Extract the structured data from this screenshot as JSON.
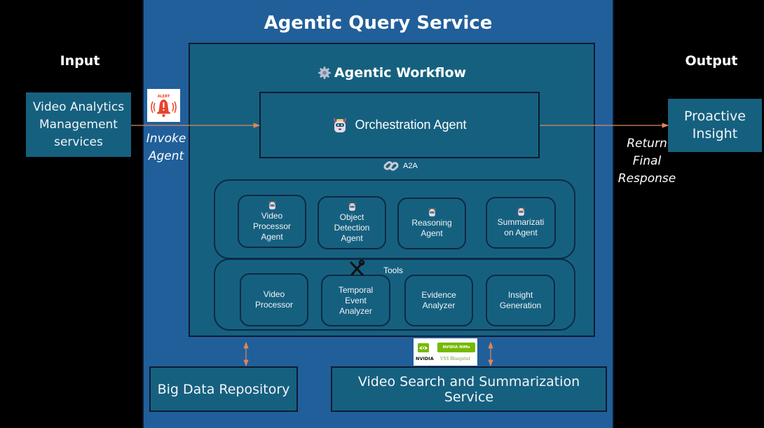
{
  "headings": {
    "input": "Input",
    "output": "Output"
  },
  "service": {
    "title": "Agentic Query Service"
  },
  "workflow": {
    "title": "Agentic Workflow",
    "title_icon": "gear-icon",
    "orchestrator": {
      "label": "Orchestration Agent",
      "icon": "robot-icon"
    },
    "protocol": {
      "label": "A2A",
      "icon": "link-icon"
    },
    "agents": [
      {
        "label": "Video Processor Agent",
        "lines": [
          "Video",
          "Processor",
          "Agent"
        ],
        "icon": "robot-icon"
      },
      {
        "label": "Object Detection Agent",
        "lines": [
          "Object",
          "Detection",
          "Agent"
        ],
        "icon": "robot-icon"
      },
      {
        "label": "Reasoning Agent",
        "lines": [
          "Reasoning",
          "Agent"
        ],
        "icon": "robot-icon"
      },
      {
        "label": "Summarization Agent",
        "lines": [
          "Summarizati",
          "on Agent"
        ],
        "icon": "robot-icon"
      }
    ],
    "tools": {
      "label": "Tools",
      "icon": "tools-icon",
      "items": [
        {
          "label": "Video Processor",
          "lines": [
            "Video",
            "Processor"
          ]
        },
        {
          "label": "Temporal Event Analyzer",
          "lines": [
            "Temporal",
            "Event",
            "Analyzer"
          ]
        },
        {
          "label": "Evidence Analyzer",
          "lines": [
            "Evidence",
            "Analyzer"
          ]
        },
        {
          "label": "Insight Generation",
          "lines": [
            "Insight",
            "Generation"
          ]
        }
      ]
    }
  },
  "input": {
    "box_lines": [
      "Video Analytics",
      "Management",
      "services"
    ],
    "edge_label_lines": [
      "Invoke",
      "Agent"
    ],
    "badge": {
      "icon": "alert-bell-icon",
      "text": "ALERT"
    }
  },
  "output": {
    "box_lines": [
      "Proactive",
      "Insight"
    ],
    "edge_label_lines": [
      "Return",
      "Final",
      "Response"
    ]
  },
  "bottom": {
    "big_data": "Big Data Repository",
    "vss": "Video Search and Summarization Service",
    "nvidia_badge": {
      "brand": "NVIDIA",
      "pill": "NVIDIA NIMs",
      "subtitle": "VSS Blueprint"
    }
  },
  "colors": {
    "service_bg": "#215f9a",
    "workflow_bg": "#16607f",
    "arrow": "#e0865a",
    "alert": "#e8442c",
    "nvidia_green": "#76b900"
  }
}
